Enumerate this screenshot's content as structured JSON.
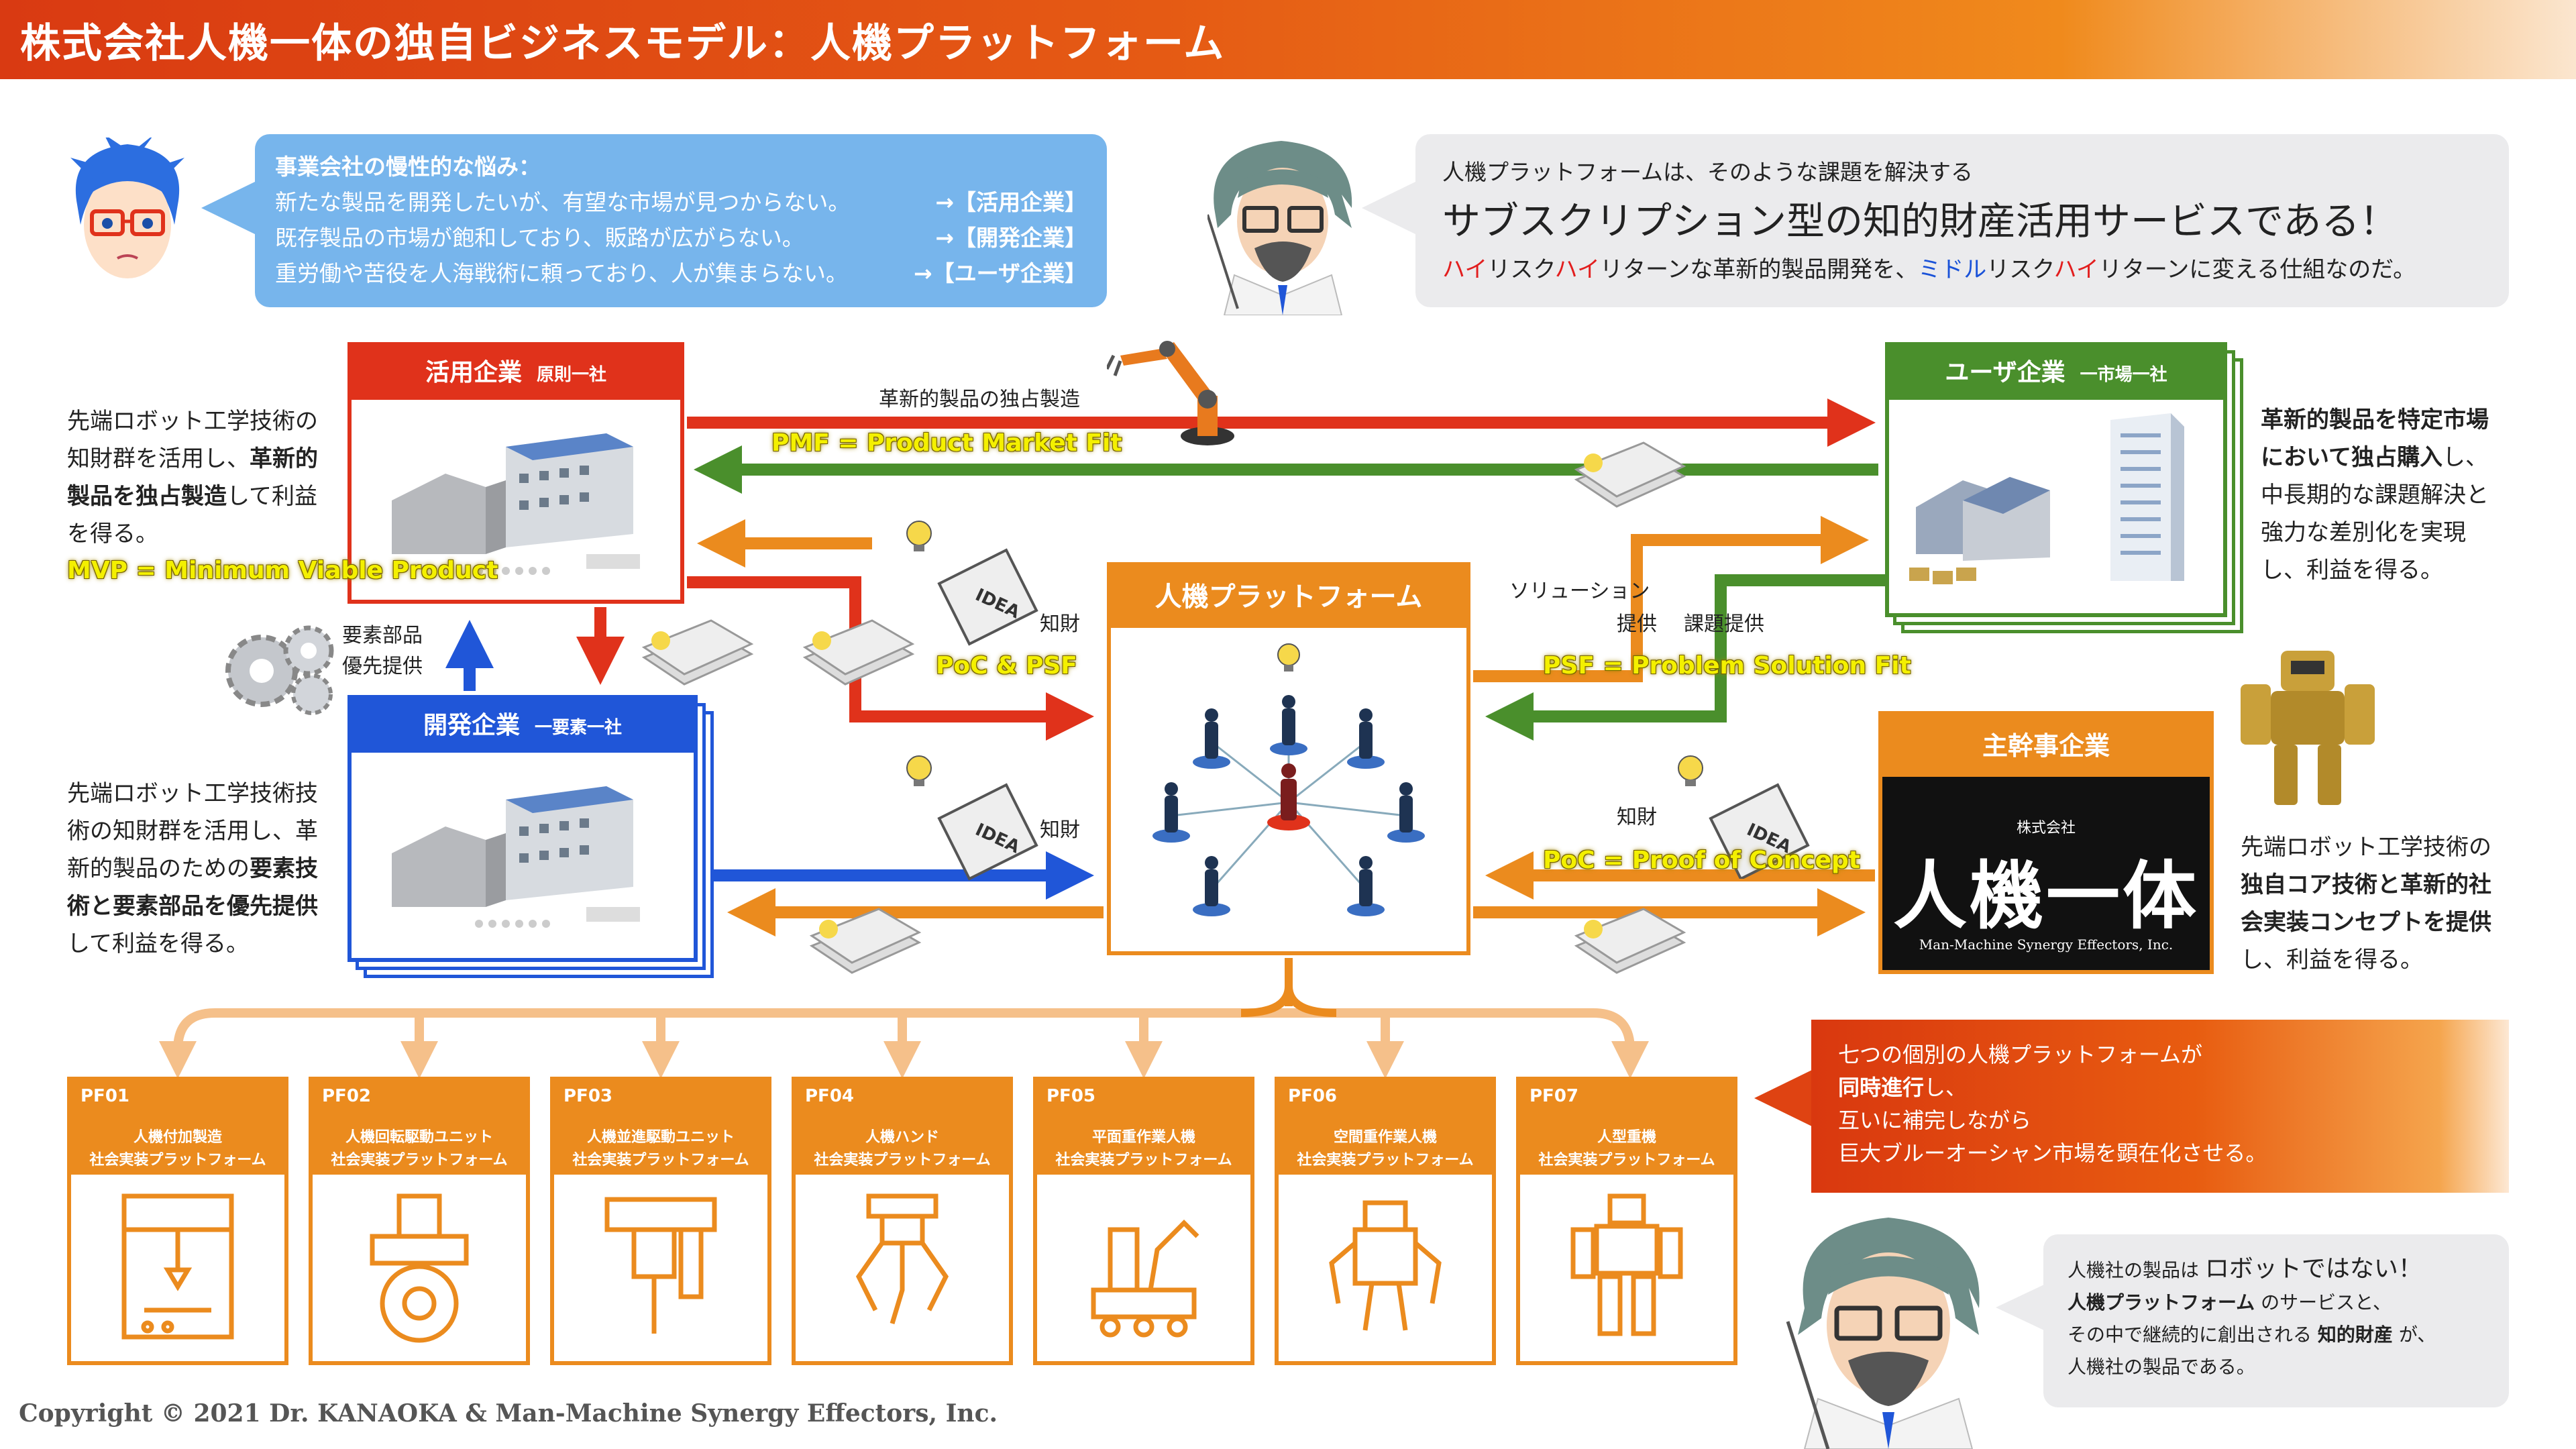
{
  "title": "株式会社人機一体の独自ビジネスモデル：人機プラットフォーム",
  "question": {
    "heading": "事業会社の慢性的な悩み：",
    "rows": [
      {
        "text": "新たな製品を開発したいが、有望な市場が見つからない。",
        "tag": "→【活用企業】"
      },
      {
        "text": "既存製品の市場が飽和しており、販路が広がらない。",
        "tag": "→【開発企業】"
      },
      {
        "text": "重労働や苦役を人海戦術に頼っており、人が集まらない。",
        "tag": "→【ユーザ企業】"
      }
    ]
  },
  "answer": {
    "line1": "人機プラットフォームは、そのような課題を解決する",
    "line2": "サブスクリプション型の知的財産活用サービスである！",
    "line3_parts": [
      "ハイ",
      "リスク",
      "ハイ",
      "リターンな革新的製品開発を、",
      "ミドル",
      "リスク",
      "ハイ",
      "リターンに変える仕組なのだ。"
    ]
  },
  "left_top_text": [
    "先端ロボット工学技術の",
    "知財群を活用し、",
    "革新的",
    "製品を独占製造",
    "して利益",
    "を得る。"
  ],
  "left_bottom_text": [
    "先端ロボット工学技術技",
    "術の知財群を活用し、革",
    "新的製品のための",
    "要素技",
    "術と要素部品を優先提供",
    "して利益を得る。"
  ],
  "right_top_text": [
    "革新的製品を特定市場",
    "において独占購入",
    "し、",
    "中長期的な課題解決と",
    "強力な差別化を実現",
    "し、利益を得る。"
  ],
  "right_bottom_text": [
    "先端ロボット工学技術の",
    "独自コア技術と革新的社",
    "会実装コンセプトを提供",
    "し、利益を得る。"
  ],
  "boxes": {
    "katsuyou": {
      "title": "活用企業",
      "sub": "原則一社"
    },
    "kaihatsu": {
      "title": "開発企業",
      "sub": "一要素一社"
    },
    "user": {
      "title": "ユーザ企業",
      "sub": "一市場一社"
    },
    "shukan": {
      "title": "主幹事企業",
      "logo_small": "株式会社",
      "logo_main": "人機一体",
      "logo_en": "Man-Machine Synergy Effectors, Inc."
    },
    "platform": {
      "title": "人機プラットフォーム"
    }
  },
  "labels": {
    "monopoly": "革新的製品の独占製造",
    "parts1": "要素部品",
    "parts2": "優先提供",
    "chizai1": "知財",
    "chizai2": "知財",
    "chizai3": "知財",
    "solution1": "ソリューション",
    "solution2": "提供",
    "kadai": "課題提供",
    "idea": "IDEA"
  },
  "glow_labels": {
    "pmf": "PMF = Product Market Fit",
    "mvp": "MVP = Minimum Viable Product",
    "poc_psf": "PoC & PSF",
    "psf": "PSF = Problem Solution Fit",
    "poc": "PoC = Proof of Concept"
  },
  "platforms": [
    {
      "id": "PF01",
      "line1": "人機付加製造",
      "line2": "社会実装プラットフォーム",
      "icon": "3d-printer-icon"
    },
    {
      "id": "PF02",
      "line1": "人機回転駆動ユニット",
      "line2": "社会実装プラットフォーム",
      "icon": "rotary-motor-icon"
    },
    {
      "id": "PF03",
      "line1": "人機並進駆動ユニット",
      "line2": "社会実装プラットフォーム",
      "icon": "linear-actuator-icon"
    },
    {
      "id": "PF04",
      "line1": "人機ハンド",
      "line2": "社会実装プラットフォーム",
      "icon": "robot-hand-icon"
    },
    {
      "id": "PF05",
      "line1": "平面重作業人機",
      "line2": "社会実装プラットフォーム",
      "icon": "mobile-manipulator-icon"
    },
    {
      "id": "PF06",
      "line1": "空間重作業人機",
      "line2": "社会実装プラットフォーム",
      "icon": "dual-arm-robot-icon"
    },
    {
      "id": "PF07",
      "line1": "人型重機",
      "line2": "社会実装プラットフォーム",
      "icon": "humanoid-robot-icon"
    }
  ],
  "pf_note": [
    "七つの個別の人機プラットフォームが",
    "同時進行",
    "し、",
    "互いに補完しながら",
    "巨大ブルーオーシャン市場を顕在化させる。"
  ],
  "bottom_note": {
    "l1a": "人機社の製品は ",
    "l1b": "ロボットではない！",
    "l2a": "人機プラットフォーム",
    "l2b": " のサービスと、",
    "l3a": "その中で継続的に創出される ",
    "l3b": "知的財産",
    "l3c": " が、",
    "l4": "人機社の製品である。"
  },
  "copyright": "Copyright © 2021 Dr. KANAOKA & Man-Machine Synergy Effectors, Inc.",
  "colors": {
    "red": "#e0321b",
    "blue": "#2056d8",
    "green": "#4a8f2c",
    "orange": "#eb8b1e",
    "light_orange": "#f5c08a"
  }
}
